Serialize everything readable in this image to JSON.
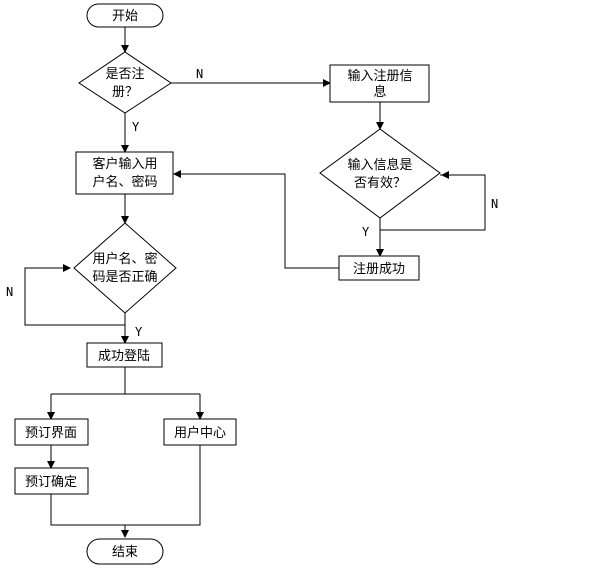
{
  "flowchart": {
    "start": "开始",
    "end": "结束",
    "is_registered": [
      "是否注",
      "册？"
    ],
    "enter_registration_info": [
      "输入注册信",
      "息"
    ],
    "info_valid": [
      "输入信息是",
      "否有效？"
    ],
    "register_success": "注册成功",
    "enter_username_password": [
      "客户输入用",
      "户名、密码"
    ],
    "credentials_correct": [
      "用户名、密",
      "码是否正确"
    ],
    "login_success": "成功登陆",
    "booking_interface": "预订界面",
    "booking_confirm": "预订确定",
    "user_center": "用户中心",
    "labels": {
      "yes": "Y",
      "no": "N"
    }
  }
}
